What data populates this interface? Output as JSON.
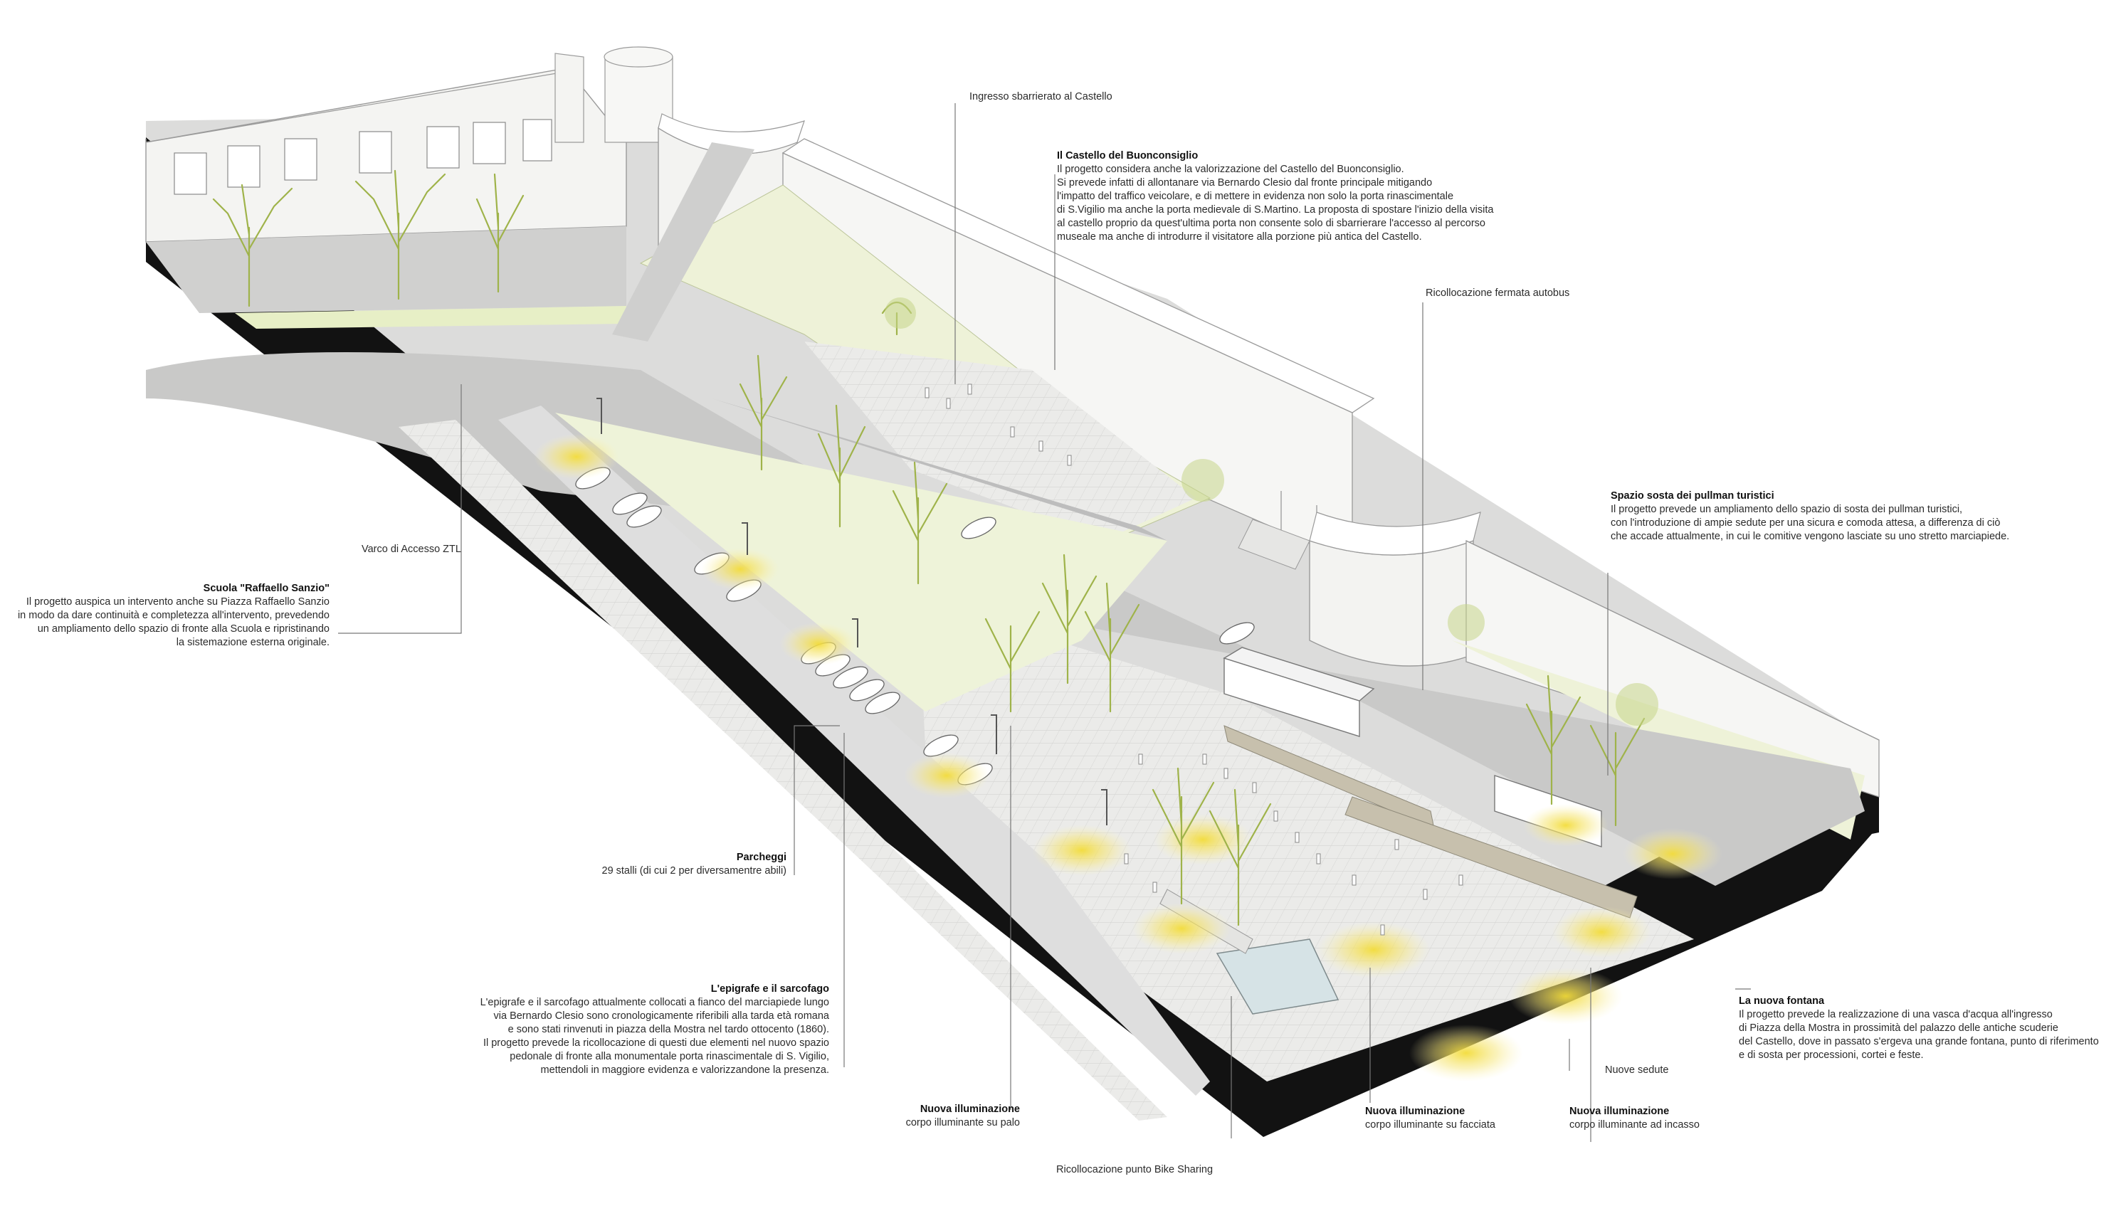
{
  "annotations": {
    "ingresso": {
      "title": "",
      "lines": [
        "Ingresso sbarrierato al Castello"
      ]
    },
    "castello": {
      "title": "Il Castello del Buonconsiglio",
      "lines": [
        "Il progetto considera anche la valorizzazione del Castello del Buonconsiglio.",
        "Si prevede infatti di allontanare via Bernardo Clesio dal fronte principale mitigando",
        "l'impatto del traffico veicolare, e di mettere in evidenza non solo la porta rinascimentale",
        "di S.Vigilio ma anche la porta medievale di S.Martino. La proposta di spostare l'inizio della visita",
        "al castello proprio da quest'ultima porta non consente solo di sbarrierare l'accesso al percorso",
        "museale ma anche di introdurre il visitatore alla porzione più antica del Castello."
      ]
    },
    "fermata": {
      "title": "",
      "lines": [
        "Ricollocazione fermata autobus"
      ]
    },
    "pullman": {
      "title": "Spazio sosta dei pullman turistici",
      "lines": [
        "Il progetto prevede un ampliamento dello spazio di sosta dei pullman turistici,",
        "con l'introduzione di ampie sedute per una sicura e comoda attesa, a differenza di ciò",
        "che accade attualmente, in cui le comitive vengono lasciate su uno stretto marciapiede."
      ]
    },
    "varco": {
      "title": "",
      "lines": [
        "Varco di Accesso ZTL"
      ]
    },
    "scuola": {
      "title": "Scuola \"Raffaello Sanzio\"",
      "lines": [
        "Il progetto auspica un intervento anche su Piazza Raffaello Sanzio",
        "in modo da dare continuità e completezza all'intervento, prevedendo",
        "un ampliamento dello spazio di fronte alla Scuola e ripristinando",
        "la sistemazione esterna originale."
      ]
    },
    "parcheggi": {
      "title": "Parcheggi",
      "lines": [
        "29 stalli (di cui 2 per diversamentre abili)"
      ]
    },
    "epigrafe": {
      "title": "L'epigrafe e il sarcofago",
      "lines": [
        "L'epigrafe e il sarcofago attualmente collocati a fianco del marciapiede lungo",
        "via Bernardo Clesio sono cronologicamente riferibili alla tarda età romana",
        "e sono stati rinvenuti in piazza della Mostra nel tardo ottocento (1860).",
        "Il progetto prevede la ricollocazione di questi due elementi nel nuovo spazio",
        "pedonale di fronte alla monumentale porta rinascimentale di S. Vigilio,",
        "mettendoli in maggiore evidenza e valorizzandone la presenza."
      ]
    },
    "fontana": {
      "title": "La nuova fontana",
      "lines": [
        "Il progetto prevede la realizzazione di una vasca d'acqua all'ingresso",
        "di Piazza della Mostra in prossimità del palazzo delle antiche scuderie",
        "del Castello, dove in passato s'ergeva una grande fontana, punto di riferimento",
        "e di sosta per processioni, cortei e feste."
      ]
    },
    "sedute": {
      "title": "",
      "lines": [
        "Nuove sedute"
      ]
    },
    "ill_palo": {
      "title": "Nuova illuminazione",
      "lines": [
        "corpo illuminante su palo"
      ]
    },
    "ill_facciata": {
      "title": "Nuova illuminazione",
      "lines": [
        "corpo illuminante su facciata"
      ]
    },
    "ill_incasso": {
      "title": "Nuova illuminazione",
      "lines": [
        "corpo illuminante ad incasso"
      ]
    },
    "bike": {
      "title": "",
      "lines": [
        "Ricollocazione punto Bike Sharing"
      ]
    }
  },
  "colors": {
    "ground": "#d9d9d9",
    "paving": "#e9e9e7",
    "road": "#c9c9c9",
    "green": "#eef2dc",
    "light": "#f4e04a",
    "tree": "#a9bf55",
    "base": "#111111"
  }
}
